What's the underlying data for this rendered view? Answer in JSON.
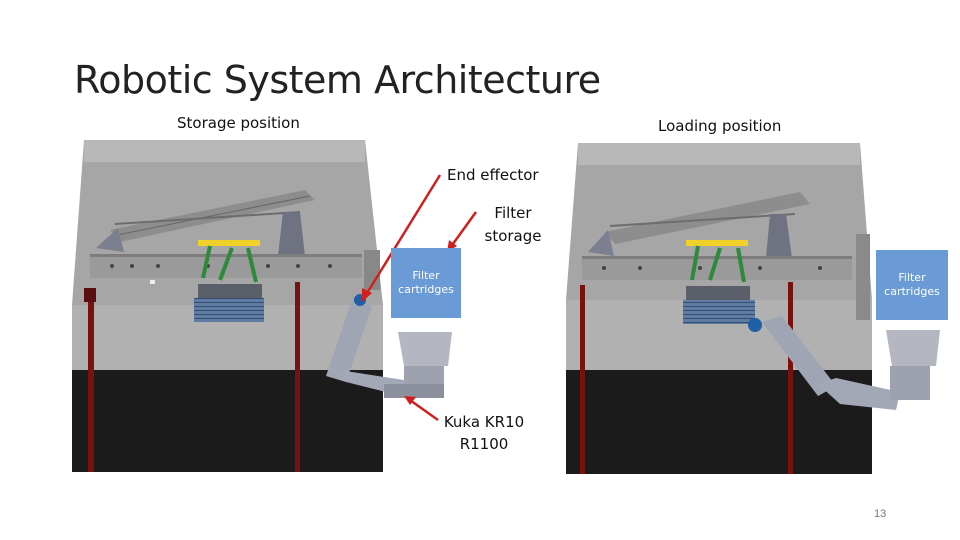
{
  "slide": {
    "title": "Robotic System Architecture",
    "page_number": "13"
  },
  "labels": {
    "storage_position": "Storage position",
    "loading_position": "Loading position",
    "end_effector": "End effector",
    "filter_storage_line1": "Filter",
    "filter_storage_line2": "storage",
    "kuka_line1": "Kuka KR10",
    "kuka_line2": "R1100"
  },
  "boxes": {
    "left": {
      "line1": "Filter",
      "line2": "cartridges"
    },
    "right": {
      "line1": "Filter",
      "line2": "cartridges"
    }
  },
  "colors": {
    "arrow": "#d11f1f",
    "box_fill": "#6b9bd6",
    "yellow_effector": "#f0d12a",
    "marker": "#1f5fa8"
  }
}
